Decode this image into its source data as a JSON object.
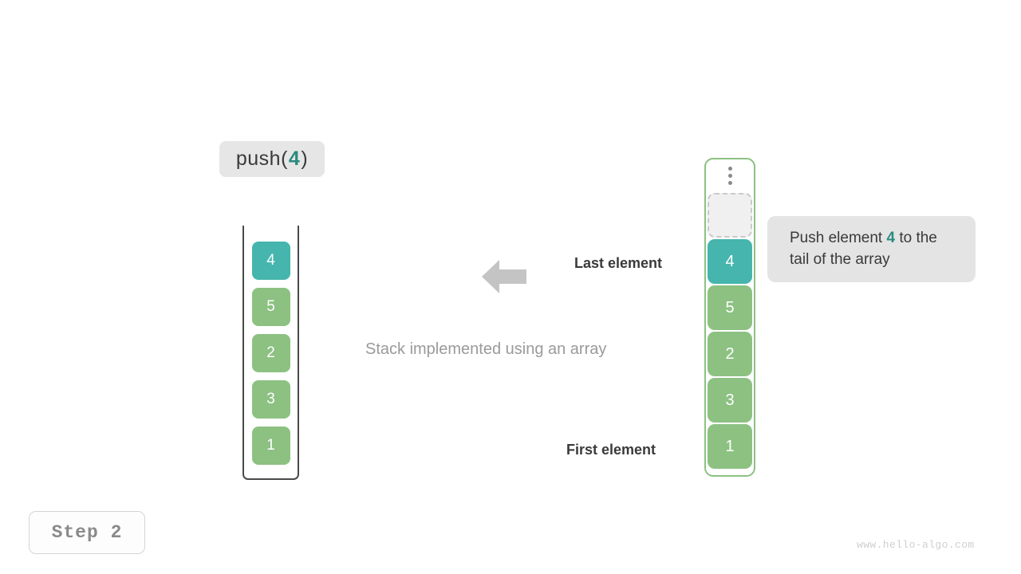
{
  "operation": {
    "name": "push",
    "open_paren": "(",
    "argument": "4",
    "close_paren": ")"
  },
  "stack_panel": {
    "label": "Stack implemented using an array",
    "elements": [
      {
        "value": "4",
        "color": "teal"
      },
      {
        "value": "5",
        "color": "green"
      },
      {
        "value": "2",
        "color": "green"
      },
      {
        "value": "3",
        "color": "green"
      },
      {
        "value": "1",
        "color": "green"
      }
    ]
  },
  "array_panel": {
    "ellipsis_icon": "vertical-ellipsis-icon",
    "empty_slot_value": "",
    "elements": [
      {
        "value": "4",
        "color": "teal"
      },
      {
        "value": "5",
        "color": "green"
      },
      {
        "value": "2",
        "color": "green"
      },
      {
        "value": "3",
        "color": "green"
      },
      {
        "value": "1",
        "color": "green"
      }
    ]
  },
  "annotations": {
    "last_element": "Last element",
    "first_element": "First element",
    "arrow_icon": "arrow-left-icon"
  },
  "tooltip": {
    "text_before": "Push element ",
    "highlight": "4",
    "text_after": " to the tail of the array"
  },
  "step_badge": {
    "label": "Step 2"
  },
  "watermark": {
    "text": "www.hello-algo.com"
  },
  "colors": {
    "teal": "#45b5ad",
    "green": "#8cc182",
    "accent_text": "#2a8b7f",
    "panel_gray": "#e6e6e6",
    "tooltip_gray": "#e4e4e4",
    "arrow_gray": "#c4c4c4",
    "muted_text": "#9a9a9a",
    "dark_text": "#3a3a3a"
  }
}
